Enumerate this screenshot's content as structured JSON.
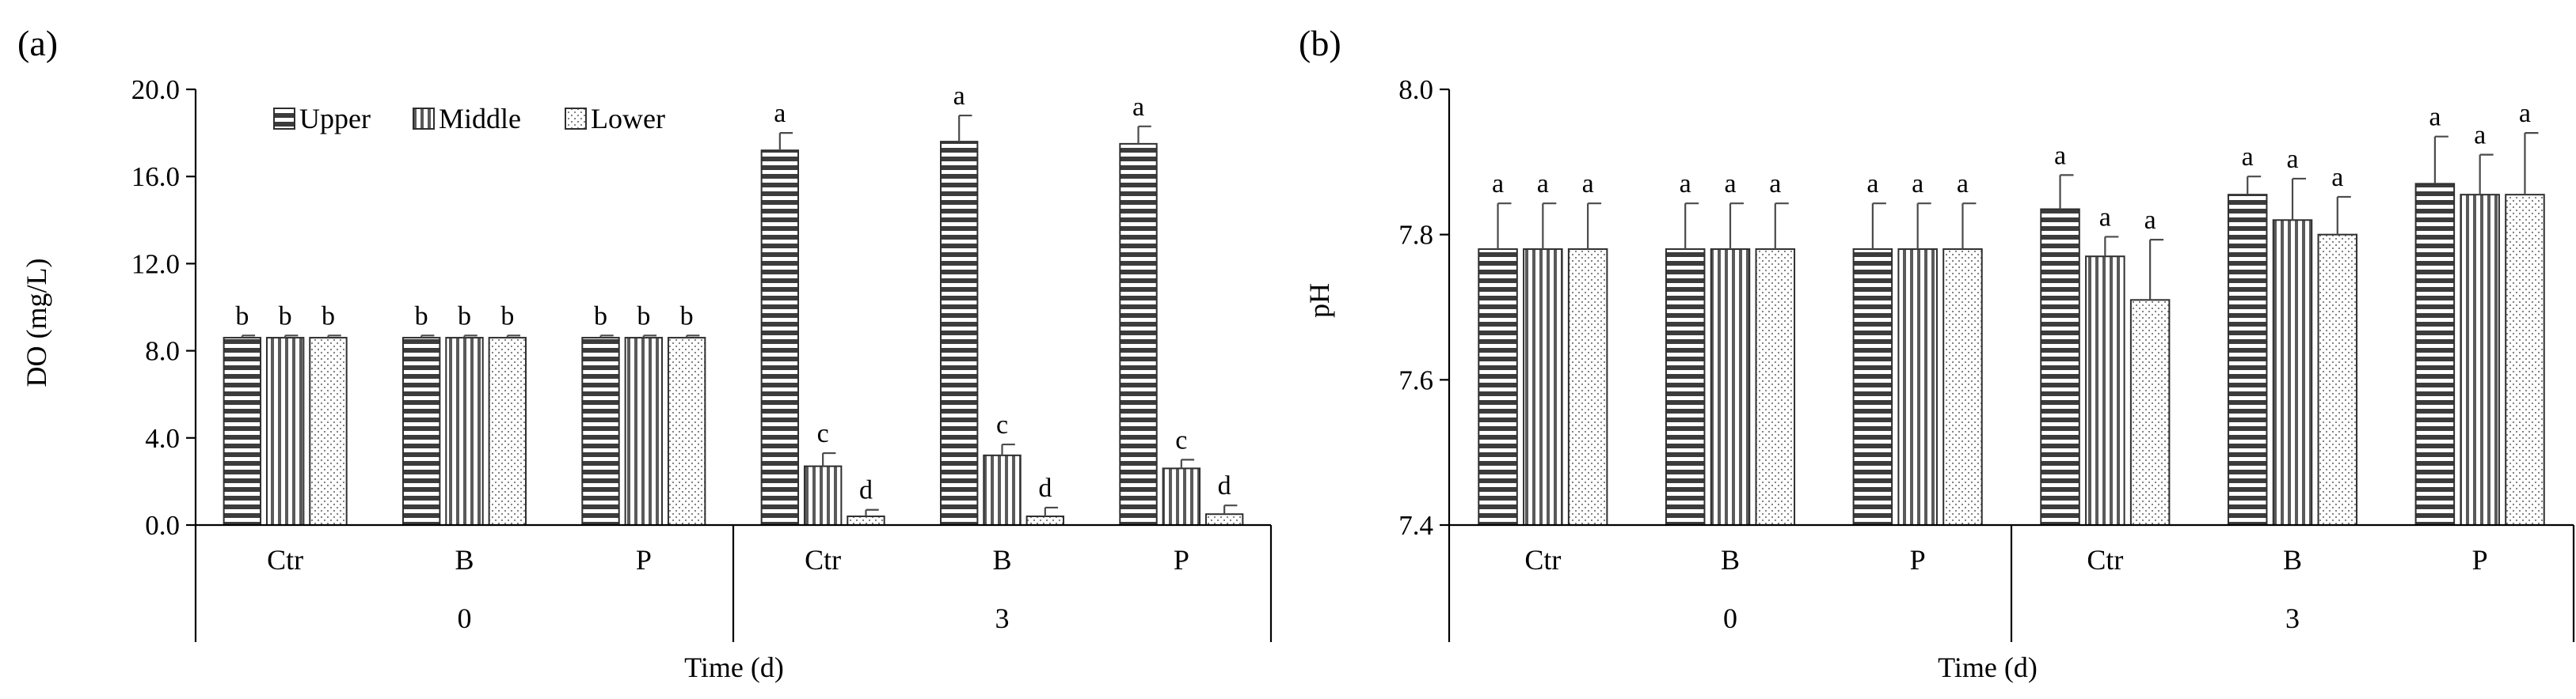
{
  "chart_data": [
    {
      "panel_label": "(a)",
      "type": "bar",
      "ylabel": "DO (mg/L)",
      "xlabel": "Time (d)",
      "ylim": [
        0,
        20
      ],
      "yticks": [
        "0.0",
        "4.0",
        "8.0",
        "12.0",
        "16.0",
        "20.0"
      ],
      "grid": false,
      "legend": "top-left",
      "groups": [
        {
          "label": "0",
          "categories": [
            "Ctr",
            "B",
            "P"
          ]
        },
        {
          "label": "3",
          "categories": [
            "Ctr",
            "B",
            "P"
          ]
        }
      ],
      "series": [
        {
          "name": "Upper",
          "pattern": "horizontal-stripes",
          "values": [
            8.6,
            8.6,
            8.6,
            17.2,
            17.6,
            17.5
          ],
          "errors": [
            0.1,
            0.1,
            0.1,
            0.8,
            1.2,
            0.8
          ],
          "labels": [
            "b",
            "b",
            "b",
            "a",
            "a",
            "a"
          ]
        },
        {
          "name": "Middle",
          "pattern": "vertical-stripes",
          "values": [
            8.6,
            8.6,
            8.6,
            2.7,
            3.2,
            2.6
          ],
          "errors": [
            0.1,
            0.1,
            0.1,
            0.6,
            0.5,
            0.4
          ],
          "labels": [
            "b",
            "b",
            "b",
            "c",
            "c",
            "c"
          ]
        },
        {
          "name": "Lower",
          "pattern": "dots",
          "values": [
            8.6,
            8.6,
            8.6,
            0.4,
            0.4,
            0.5
          ],
          "errors": [
            0.1,
            0.1,
            0.1,
            0.3,
            0.4,
            0.4
          ],
          "labels": [
            "b",
            "b",
            "b",
            "d",
            "d",
            "d"
          ]
        }
      ]
    },
    {
      "panel_label": "(b)",
      "type": "bar",
      "ylabel": "pH",
      "xlabel": "Time (d)",
      "ylim": [
        7.4,
        8.0
      ],
      "yticks": [
        "7.4",
        "7.6",
        "7.8",
        "8.0"
      ],
      "grid": false,
      "legend": "none",
      "groups": [
        {
          "label": "0",
          "categories": [
            "Ctr",
            "B",
            "P"
          ]
        },
        {
          "label": "3",
          "categories": [
            "Ctr",
            "B",
            "P"
          ]
        }
      ],
      "series": [
        {
          "name": "Upper",
          "pattern": "horizontal-stripes",
          "values": [
            7.78,
            7.78,
            7.78,
            7.835,
            7.855,
            7.87
          ],
          "errors": [
            0.063,
            0.063,
            0.063,
            0.047,
            0.025,
            0.065
          ],
          "labels": [
            "a",
            "a",
            "a",
            "a",
            "a",
            "a"
          ]
        },
        {
          "name": "Middle",
          "pattern": "vertical-stripes",
          "values": [
            7.78,
            7.78,
            7.78,
            7.77,
            7.82,
            7.855
          ],
          "errors": [
            0.063,
            0.063,
            0.063,
            0.027,
            0.057,
            0.055
          ],
          "labels": [
            "a",
            "a",
            "a",
            "a",
            "a",
            "a"
          ]
        },
        {
          "name": "Lower",
          "pattern": "dots",
          "values": [
            7.78,
            7.78,
            7.78,
            7.71,
            7.8,
            7.855
          ],
          "errors": [
            0.063,
            0.063,
            0.063,
            0.083,
            0.052,
            0.085
          ],
          "labels": [
            "a",
            "a",
            "a",
            "a",
            "a",
            "a"
          ]
        }
      ]
    }
  ]
}
